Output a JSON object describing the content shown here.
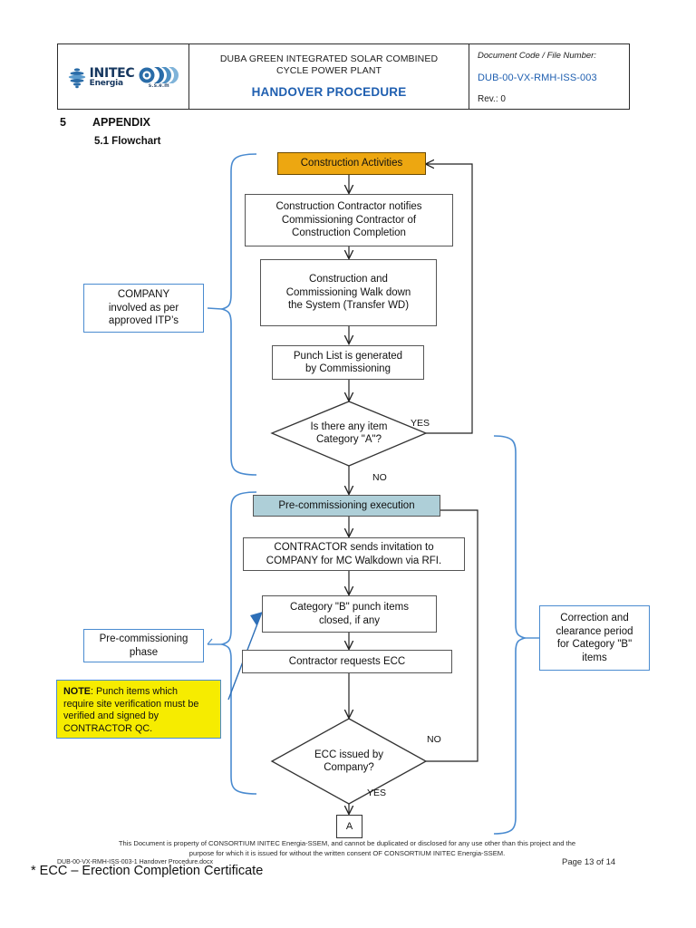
{
  "header": {
    "logo": {
      "brand": "INITEC",
      "brand_sub": "Energia",
      "partner": "s.s.e.m"
    },
    "project_title_line1": "DUBA GREEN INTEGRATED SOLAR COMBINED",
    "project_title_line2": "CYCLE POWER PLANT",
    "document_subtitle": "HANDOVER PROCEDURE",
    "doc_code_label": "Document Code / File Number:",
    "doc_code_value": "DUB-00-VX-RMH-ISS-003",
    "rev_label": "Rev.: 0"
  },
  "headings": {
    "section_number": "5",
    "section_title": "APPENDIX",
    "subsection": "5.1 Flowchart"
  },
  "chart_data": {
    "type": "diagram",
    "nodes": [
      {
        "id": "construction-activities",
        "label": "Construction Activities",
        "shape": "process",
        "fill": "#eda711"
      },
      {
        "id": "contractor-notifies",
        "label": "Construction Contractor notifies\nCommissioning Contractor of\nConstruction Completion",
        "shape": "process",
        "fill": "#ffffff"
      },
      {
        "id": "walk-down",
        "label": "Construction and\nCommissioning Walk down\nthe System (Transfer WD)",
        "shape": "process",
        "fill": "#ffffff"
      },
      {
        "id": "punch-list",
        "label": "Punch List is generated\nby Commissioning",
        "shape": "process",
        "fill": "#ffffff"
      },
      {
        "id": "decision-category-a",
        "label": "Is there any item\nCategory \"A\"?",
        "shape": "decision",
        "fill": "#ffffff"
      },
      {
        "id": "pre-commissioning-execution",
        "label": "Pre-commissioning execution",
        "shape": "process",
        "fill": "#aecfd8"
      },
      {
        "id": "contractor-invitation",
        "label": "CONTRACTOR sends invitation to\nCOMPANY for MC Walkdown via RFI.",
        "shape": "process",
        "fill": "#ffffff"
      },
      {
        "id": "category-b-closed",
        "label": "Category \"B\" punch items\nclosed, if any",
        "shape": "process",
        "fill": "#ffffff"
      },
      {
        "id": "requests-ecc",
        "label": "Contractor requests ECC",
        "shape": "process",
        "fill": "#ffffff"
      },
      {
        "id": "decision-ecc-issued",
        "label": "ECC issued by\nCompany?",
        "shape": "decision",
        "fill": "#ffffff"
      },
      {
        "id": "connector-a",
        "label": "A",
        "shape": "connector",
        "fill": "#ffffff"
      }
    ],
    "edge_labels": [
      {
        "id": "cat-a-yes",
        "text": "YES"
      },
      {
        "id": "cat-a-no",
        "text": "NO"
      },
      {
        "id": "ecc-no",
        "text": "NO"
      },
      {
        "id": "ecc-yes",
        "text": "YES"
      }
    ],
    "annotations": [
      {
        "id": "company-itp",
        "label": "COMPANY\ninvolved as per\napproved ITP’s",
        "style": "blue-callout"
      },
      {
        "id": "pre-commissioning-phase",
        "label": "Pre-commissioning\nphase",
        "style": "blue-callout"
      },
      {
        "id": "correction-clearance",
        "label": "Correction and\nclearance period\nfor Category \"B\"\nitems",
        "style": "blue-callout"
      },
      {
        "id": "note-punch-items",
        "label": "NOTE: Punch items which require site verification must be verified and signed by CONTRACTOR QC.",
        "style": "yellow-note"
      }
    ]
  },
  "flow": {
    "construction_activities": "Construction Activities",
    "contractor_notifies_l1": "Construction Contractor notifies",
    "contractor_notifies_l2": "Commissioning Contractor of",
    "contractor_notifies_l3": "Construction Completion",
    "walk_down_l1": "Construction and",
    "walk_down_l2": "Commissioning Walk down",
    "walk_down_l3": "the System (Transfer WD)",
    "punch_list_l1": "Punch List is generated",
    "punch_list_l2": "by Commissioning",
    "decision_a_l1": "Is there any item",
    "decision_a_l2": "Category \"A\"?",
    "yes_a": "YES",
    "no_a": "NO",
    "pre_commissioning_execution": "Pre-commissioning execution",
    "invitation_l1": "CONTRACTOR sends invitation to",
    "invitation_l2": "COMPANY for MC Walkdown via RFI.",
    "category_b_l1": "Category \"B\" punch items",
    "category_b_l2": "closed, if any",
    "requests_ecc": "Contractor requests ECC",
    "decision_ecc_l1": "ECC issued by",
    "decision_ecc_l2": "Company?",
    "no_ecc": "NO",
    "yes_ecc": "YES",
    "connector_a": "A"
  },
  "callouts": {
    "company_l1": "COMPANY",
    "company_l2": "involved as per",
    "company_l3": "approved ITP’s",
    "phase_l1": "Pre-commissioning",
    "phase_l2": "phase",
    "correction_l1": "Correction and",
    "correction_l2": "clearance period",
    "correction_l3": "for Category \"B\"",
    "correction_l4": "items",
    "note_bold": "NOTE",
    "note_l1": ": Punch items which",
    "note_l2": "require site verification must be",
    "note_l3": "verified and signed by",
    "note_l4": "CONTRACTOR QC."
  },
  "footer": {
    "legal_l1": "This Document is property of CONSORTIUM INITEC Energia-SSEM, and cannot be duplicated or disclosed for any use other than this project and the",
    "legal_l2": "purpose for which it is issued for without the written consent OF CONSORTIUM INITEC Energia-SSEM.",
    "file_name": "DUB-00-VX-RMH-ISS-003-1  Handover Procedure.docx",
    "page_number": "Page 13 of 14",
    "ecc_legend": "* ECC – Erection Completion Certificate"
  },
  "colors": {
    "accent_blue": "#1f5fb0",
    "callout_blue": "#4a8bd0",
    "orange": "#eda711",
    "teal": "#aecfd8",
    "yellow": "#f6ec00"
  }
}
